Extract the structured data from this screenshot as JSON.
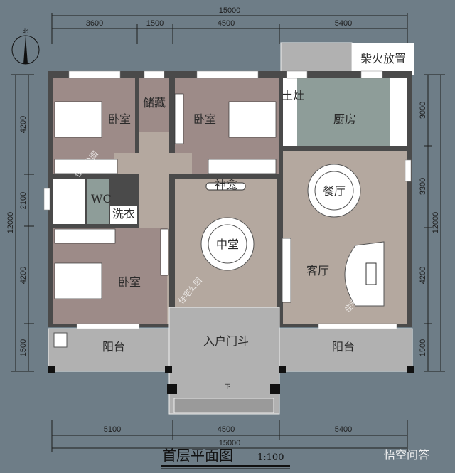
{
  "rooms": {
    "bedroom_tl": "卧室",
    "storage": "储藏",
    "bedroom_tm": "卧室",
    "kitchen": "厨房",
    "stove": "土灶",
    "firewood": "柴火放置",
    "wc": "WC",
    "laundry": "洗衣",
    "shrine": "神龛",
    "dining": "餐厅",
    "central_hall": "中堂",
    "living": "客厅",
    "bedroom_bl": "卧室",
    "balcony_left": "阳台",
    "entrance_porch": "入户门斗",
    "balcony_right": "阳台",
    "down": "下"
  },
  "north": "北",
  "dimensions": {
    "top_total": "15000",
    "top": [
      "3600",
      "1500",
      "4500",
      "5400"
    ],
    "bottom": [
      "5100",
      "4500",
      "5400"
    ],
    "bottom_total": "15000",
    "left": [
      "4200",
      "2100",
      "4200",
      "1500"
    ],
    "left_total": "12000",
    "right": [
      "3000",
      "3300",
      "4200",
      "1500"
    ],
    "right_total": "12000"
  },
  "title": "首层平面图",
  "scale": "1:100",
  "watermark": "住宅公园",
  "brand": "悟空问答",
  "colors": {
    "background": "#6e7d87",
    "bedroom": "#9d8b88",
    "hall": "#b4a89f",
    "kitchen": "#8e9d99",
    "wall": "#4a4a4a",
    "porch": "#b1b1b1"
  }
}
